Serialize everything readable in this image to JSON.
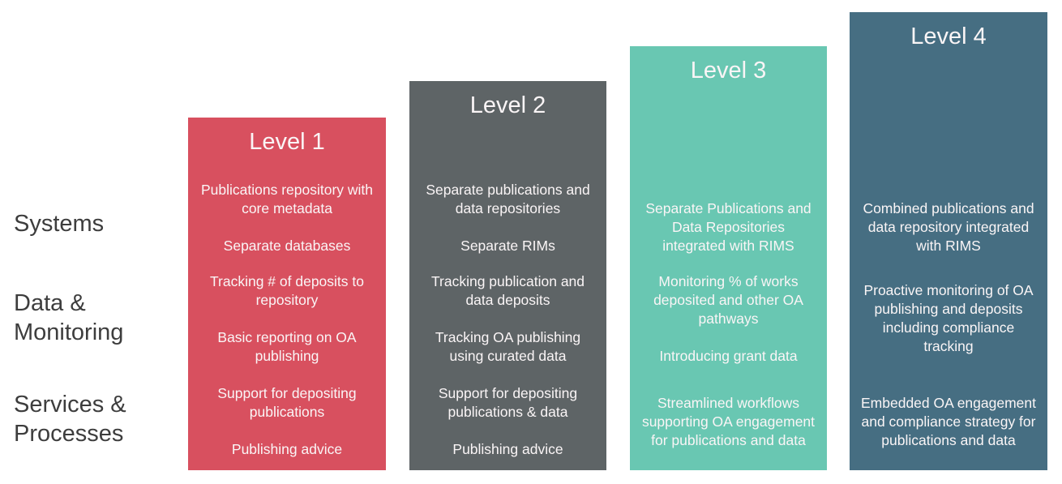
{
  "rows": [
    "Systems",
    "Data &\nMonitoring",
    "Services &\nProcesses"
  ],
  "columns": [
    {
      "label": "Level 1",
      "color": "#d8505f",
      "systems": [
        "Publications repository with core metadata",
        "Separate databases"
      ],
      "data_monitoring": [
        "Tracking # of deposits to repository",
        "Basic reporting on OA publishing"
      ],
      "services_processes": [
        "Support for depositing publications",
        "Publishing advice"
      ]
    },
    {
      "label": "Level 2",
      "color": "#5e6466",
      "systems": [
        "Separate publications and data repositories",
        "Separate RIMs"
      ],
      "data_monitoring": [
        "Tracking publication and data deposits",
        "Tracking OA publishing using curated data"
      ],
      "services_processes": [
        "Support for depositing publications & data",
        "Publishing advice"
      ]
    },
    {
      "label": "Level 3",
      "color": "#69c7b2",
      "systems": [
        "Separate Publications and Data Repositories integrated with RIMS"
      ],
      "data_monitoring": [
        "Monitoring % of works deposited and other OA pathways",
        "Introducing grant data"
      ],
      "services_processes": [
        "Streamlined workflows supporting OA engagement for publications and data"
      ]
    },
    {
      "label": "Level 4",
      "color": "#466e82",
      "systems": [
        "Combined publications and data repository integrated with RIMS"
      ],
      "data_monitoring": [
        "Proactive monitoring of OA publishing and deposits including compliance tracking"
      ],
      "services_processes": [
        "Embedded OA engagement and compliance strategy for publications and data"
      ]
    }
  ],
  "colors": {
    "background": "#ffffff",
    "row_label_text": "#3d3d3d",
    "cell_text": "#faf5f6",
    "divider": "#ffffff"
  }
}
